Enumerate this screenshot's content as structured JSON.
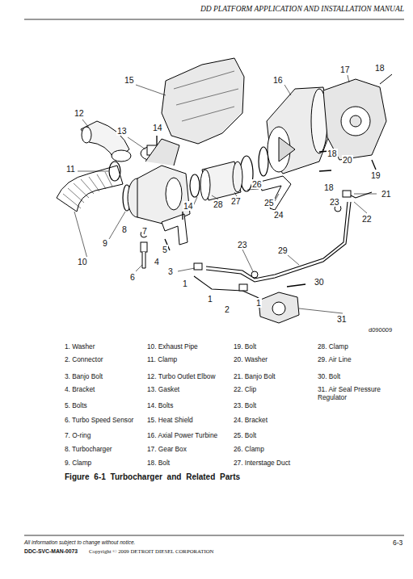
{
  "diagram": {
    "caption": "Figure 6-1 Turbocharger and Related Parts",
    "labels": [
      "DD PLATFORM APPLICATION AND INSTALLATION MANUAL",
      "15",
      "16",
      "17",
      "18",
      "12",
      "13",
      "14",
      "11",
      "18",
      "20",
      "19",
      "26",
      "14",
      "28",
      "27",
      "25",
      "18",
      "21",
      "23",
      "24",
      "22",
      "8",
      "9",
      "7",
      "5",
      "4",
      "10",
      "6",
      "3",
      "23",
      "29",
      "1",
      "30",
      "1",
      "2",
      "1",
      "31",
      "d090009",
      "1. Washer",
      "2. Connector",
      "3. Banjo Bolt",
      "4. Bracket",
      "5. Bolts",
      "6. Turbo Speed Sensor",
      "7. O-ring",
      "8. Turbocharger",
      "9. Clamp",
      "10. Exhaust Pipe",
      "11. Clamp",
      "12. Turbo Outlet Elbow",
      "13. Gasket",
      "14. Bolts",
      "15. Heat Shield",
      "16. Axial Power Turbine",
      "17. Gear Box",
      "18. Bolt",
      "19. Bolt",
      "20. Washer",
      "21. Banjo Bolt",
      "22. Clip",
      "23. Bolt",
      "24. Bracket",
      "25. Bolt",
      "26. Clamp",
      "27. Interstage Duct",
      "28. Clamp",
      "29. Air Line",
      "30. Bolt",
      "31. Air Seal Pressure Regulator",
      "All information subject to change without notice.",
      "DDC-SVC-MAN-0073",
      "Copyright © 2009 DETROIT DIESEL CORPORATION",
      "6-3"
    ]
  }
}
